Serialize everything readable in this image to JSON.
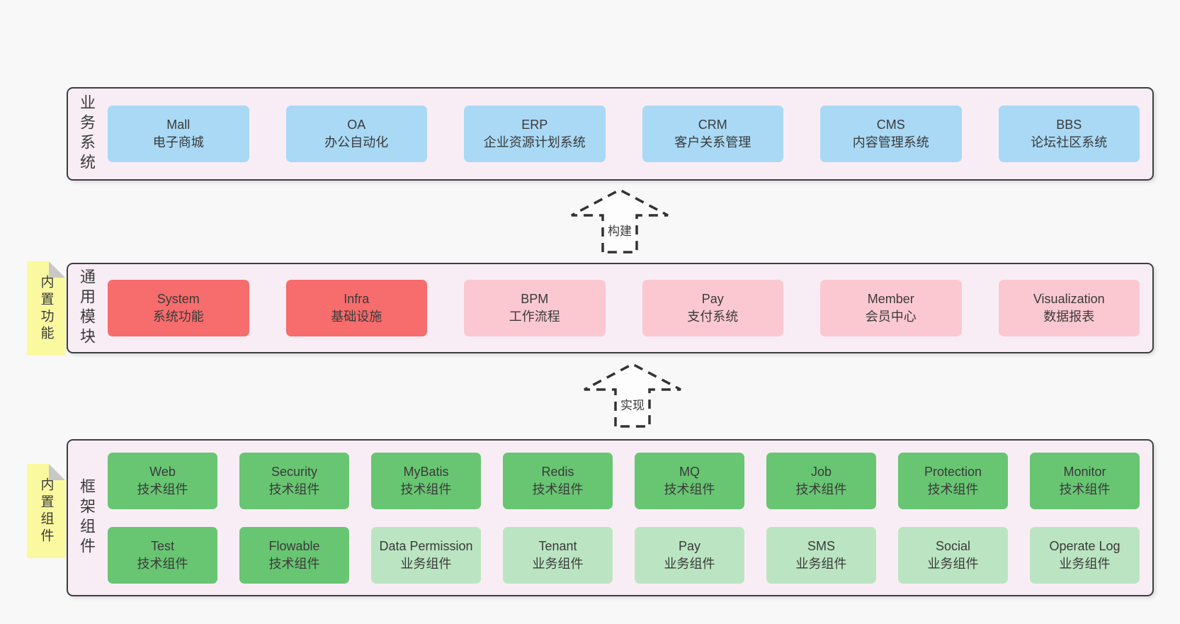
{
  "colors": {
    "page-bg": "#f8f8f8",
    "section-bg": "#f9edf5",
    "section-border": "#3e3e3e",
    "text": "#3a3a3a",
    "blue": "#a9d9f5",
    "red": "#f76c6c",
    "pink": "#fbc8d2",
    "green": "#68c672",
    "lightgreen": "#bbe5c2",
    "note": "#fbf9a0",
    "note-fold": "#c8c8c8",
    "arrow-stroke": "#333333",
    "arrow-fill": "#fdfdfd"
  },
  "sections": {
    "business": {
      "label": "业务系统",
      "boxes": [
        {
          "en": "Mall",
          "zh": "电子商城"
        },
        {
          "en": "OA",
          "zh": "办公自动化"
        },
        {
          "en": "ERP",
          "zh": "企业资源计划系统"
        },
        {
          "en": "CRM",
          "zh": "客户关系管理"
        },
        {
          "en": "CMS",
          "zh": "内容管理系统"
        },
        {
          "en": "BBS",
          "zh": "论坛社区系统"
        }
      ]
    },
    "modules": {
      "label": "通用模块",
      "note": "内置功能",
      "boxes": [
        {
          "en": "System",
          "zh": "系统功能"
        },
        {
          "en": "Infra",
          "zh": "基础设施"
        },
        {
          "en": "BPM",
          "zh": "工作流程"
        },
        {
          "en": "Pay",
          "zh": "支付系统"
        },
        {
          "en": "Member",
          "zh": "会员中心"
        },
        {
          "en": "Visualization",
          "zh": "数据报表"
        }
      ]
    },
    "framework": {
      "label": "框架组件",
      "note": "内置组件",
      "row1": [
        {
          "en": "Web",
          "zh": "技术组件"
        },
        {
          "en": "Security",
          "zh": "技术组件"
        },
        {
          "en": "MyBatis",
          "zh": "技术组件"
        },
        {
          "en": "Redis",
          "zh": "技术组件"
        },
        {
          "en": "MQ",
          "zh": "技术组件"
        },
        {
          "en": "Job",
          "zh": "技术组件"
        },
        {
          "en": "Protection",
          "zh": "技术组件"
        },
        {
          "en": "Monitor",
          "zh": "技术组件"
        }
      ],
      "row2": [
        {
          "en": "Test",
          "zh": "技术组件"
        },
        {
          "en": "Flowable",
          "zh": "技术组件"
        },
        {
          "en": "Data Permission",
          "zh": "业务组件"
        },
        {
          "en": "Tenant",
          "zh": "业务组件"
        },
        {
          "en": "Pay",
          "zh": "业务组件"
        },
        {
          "en": "SMS",
          "zh": "业务组件"
        },
        {
          "en": "Social",
          "zh": "业务组件"
        },
        {
          "en": "Operate Log",
          "zh": "业务组件"
        }
      ]
    }
  },
  "arrows": {
    "build": {
      "label": "构建"
    },
    "implement": {
      "label": "实现"
    }
  }
}
